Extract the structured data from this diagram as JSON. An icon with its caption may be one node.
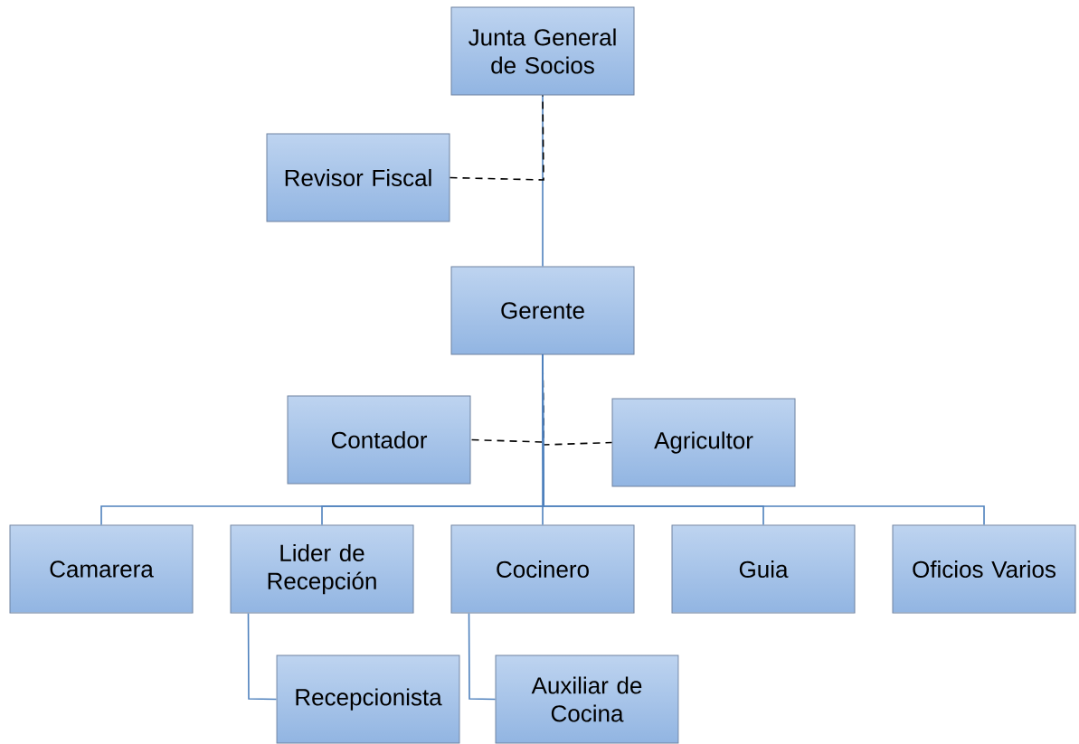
{
  "diagram": {
    "nodes": [
      {
        "text": [
          "Junta General de Socios"
        ]
      },
      {
        "text": [
          "Revisor Fiscal"
        ]
      },
      {
        "text": [
          "Gerente"
        ]
      },
      {
        "text": [
          "Contador"
        ]
      },
      {
        "text": [
          "Agricultor"
        ]
      },
      {
        "text": [
          "Camarera"
        ]
      },
      {
        "text": [
          "Lider de Recepción"
        ]
      },
      {
        "text": [
          "Cocinero"
        ]
      },
      {
        "text": [
          "Guia"
        ]
      },
      {
        "text": [
          "Oficios Varios"
        ]
      },
      {
        "text": [
          "Recepcionista"
        ]
      },
      {
        "text": [
          "Auxiliar de Cocina"
        ]
      }
    ],
    "edges": [
      {
        "from": 0,
        "to": 2,
        "arrow": "none"
      },
      {
        "from": 1,
        "to": 0,
        "arrow": "none",
        "style": "dashed",
        "color": "#000000"
      },
      {
        "from": 2,
        "to": 3,
        "arrow": "none",
        "style": "dashed",
        "color": "#000000"
      },
      {
        "from": 2,
        "to": 4,
        "arrow": "none",
        "style": "dashed",
        "color": "#000000"
      },
      {
        "from": 2,
        "to": 5,
        "arrow": "none"
      },
      {
        "from": 2,
        "to": 6,
        "arrow": "none"
      },
      {
        "from": 2,
        "to": 7,
        "arrow": "none"
      },
      {
        "from": 2,
        "to": 8,
        "arrow": "none"
      },
      {
        "from": 2,
        "to": 9,
        "arrow": "none"
      },
      {
        "from": 6,
        "to": 10,
        "arrow": "none"
      },
      {
        "from": 7,
        "to": 11,
        "arrow": "none"
      }
    ]
  }
}
